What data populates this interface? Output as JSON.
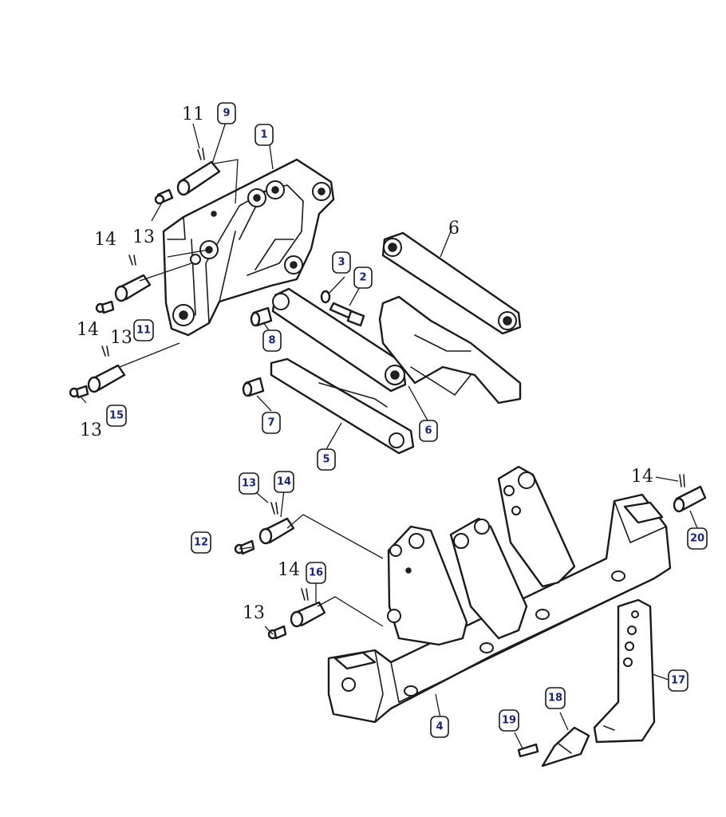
{
  "callouts": [
    {
      "id": "c1",
      "number": "1"
    },
    {
      "id": "c2",
      "number": "2"
    },
    {
      "id": "c3",
      "number": "3"
    },
    {
      "id": "c4",
      "number": "4"
    },
    {
      "id": "c5",
      "number": "5"
    },
    {
      "id": "c6a",
      "number": "6"
    },
    {
      "id": "c7",
      "number": "7"
    },
    {
      "id": "c8",
      "number": "8"
    },
    {
      "id": "c9",
      "number": "9"
    },
    {
      "id": "c11",
      "number": "11"
    },
    {
      "id": "c12",
      "number": "12"
    },
    {
      "id": "c13",
      "number": "13"
    },
    {
      "id": "c14",
      "number": "14"
    },
    {
      "id": "c15",
      "number": "15"
    },
    {
      "id": "c16",
      "number": "16"
    },
    {
      "id": "c17",
      "number": "17"
    },
    {
      "id": "c18",
      "number": "18"
    },
    {
      "id": "c19",
      "number": "19"
    },
    {
      "id": "c20",
      "number": "20"
    }
  ],
  "printed_labels": {
    "n11_top": "11",
    "n13_a": "13",
    "n14_a": "14",
    "n13_b": "13",
    "n14_b": "14",
    "n13_c": "13",
    "n6_top": "6",
    "n14_lower": "14",
    "n13_lower": "13",
    "n14_right": "14"
  }
}
